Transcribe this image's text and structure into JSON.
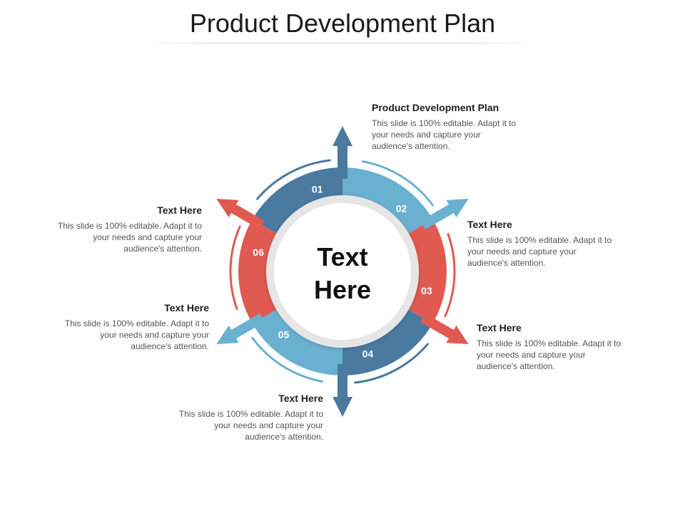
{
  "slide": {
    "title": "Product Development Plan"
  },
  "center": {
    "line1": "Text",
    "line2": "Here"
  },
  "colors": {
    "dark_blue": "#4a7aa0",
    "light_blue": "#6ab0d0",
    "red": "#e05a52",
    "center_ring": "#e6e6e6",
    "center_fill": "#ffffff"
  },
  "segments": [
    {
      "number": "01",
      "color": "dark_blue"
    },
    {
      "number": "02",
      "color": "light_blue"
    },
    {
      "number": "03",
      "color": "red"
    },
    {
      "number": "04",
      "color": "dark_blue"
    },
    {
      "number": "05",
      "color": "light_blue"
    },
    {
      "number": "06",
      "color": "red"
    }
  ],
  "callouts": [
    {
      "heading": "Product Development Plan",
      "text": "This slide is 100% editable. Adapt it to your needs and capture your audience's attention."
    },
    {
      "heading": "Text Here",
      "text": "This slide is 100% editable. Adapt it to your needs and capture your audience's attention."
    },
    {
      "heading": "Text Here",
      "text": "This slide is 100% editable. Adapt it to your needs and capture your audience's attention."
    },
    {
      "heading": "Text Here",
      "text": "This slide is 100% editable. Adapt it to your needs and capture your audience's attention."
    },
    {
      "heading": "Text Here",
      "text": "This slide is 100% editable. Adapt it to your needs and capture your audience's attention."
    },
    {
      "heading": "Text Here",
      "text": "This slide is 100% editable. Adapt it to your needs and capture your audience's attention."
    }
  ]
}
